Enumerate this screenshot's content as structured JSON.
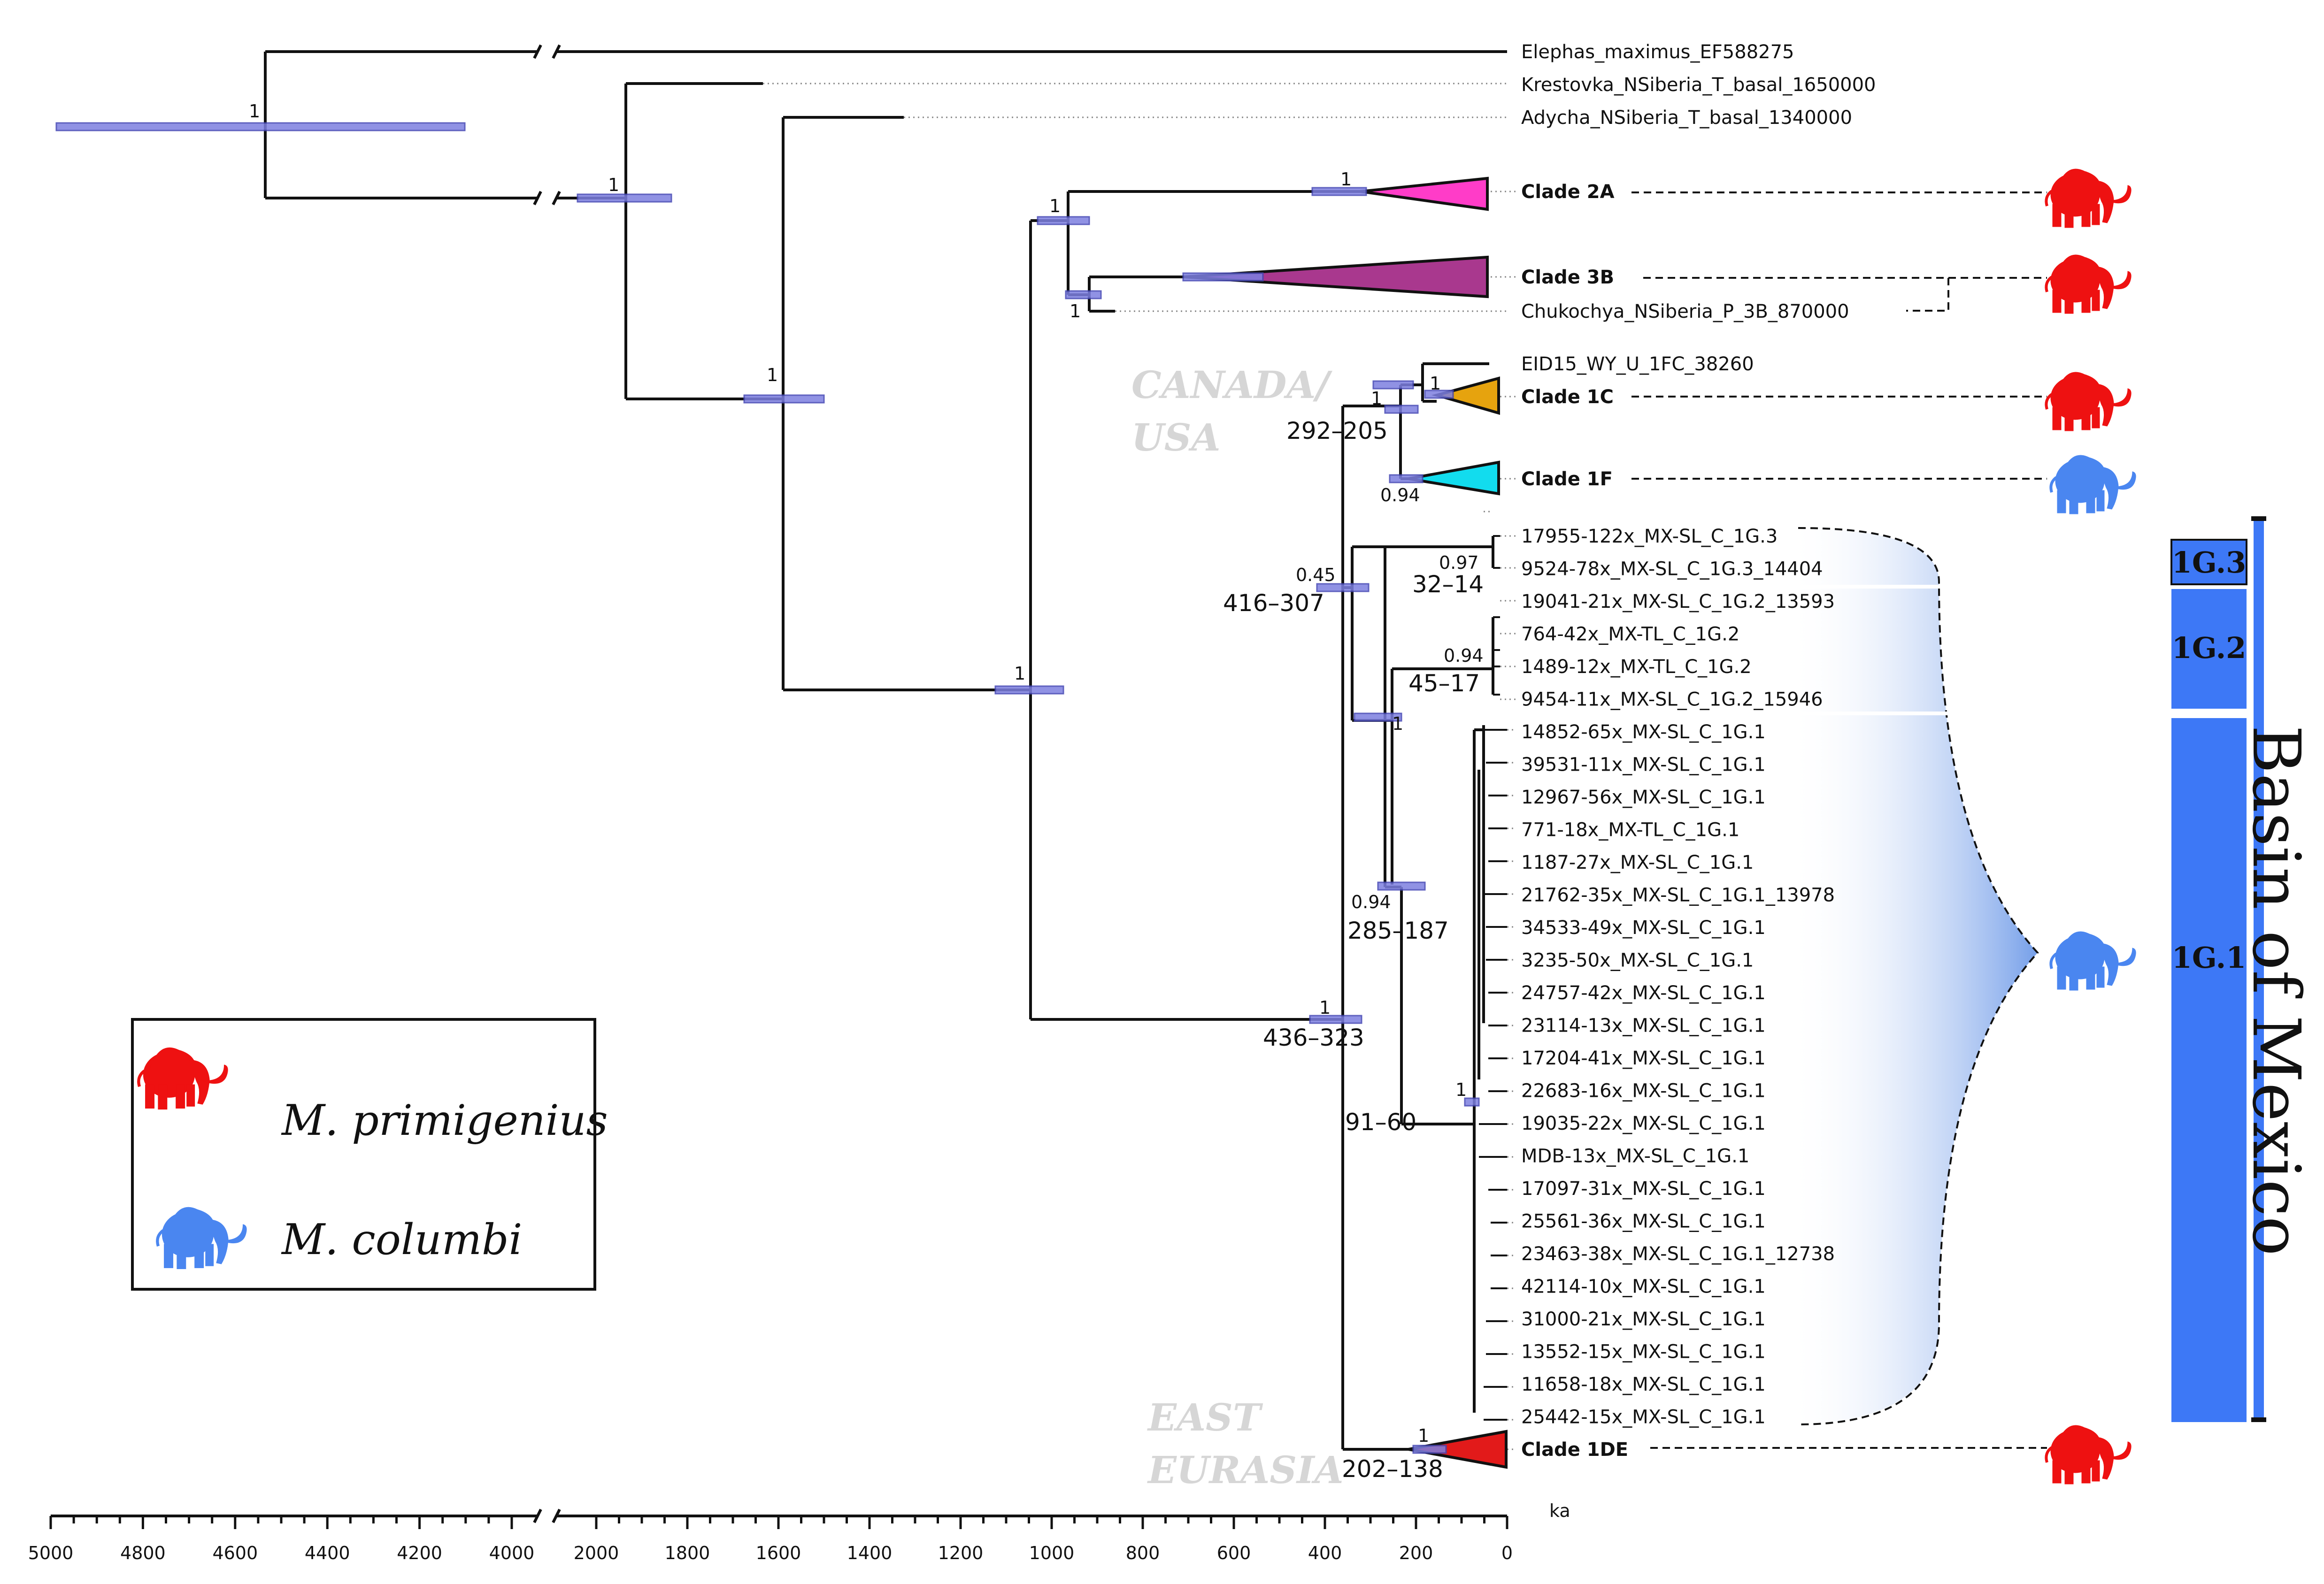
{
  "tree": {
    "outgroup_tips": [
      "Elephas_maximus_EF588275",
      "Krestovka_NSiberia_T_basal_1650000",
      "Adycha_NSiberia_T_basal_1340000"
    ],
    "clades": [
      "Clade 2A",
      "Clade 3B",
      "Clade 1C",
      "Clade 1F",
      "Clade 1DE"
    ],
    "tips": {
      "chukochya": "Chukochya_NSiberia_P_3B_870000",
      "eid15": "EID15_WY_U_1FC_38260"
    },
    "g3": [
      "17955-122x_MX-SL_C_1G.3",
      "9524-78x_MX-SL_C_1G.3_14404"
    ],
    "g2": [
      "19041-21x_MX-SL_C_1G.2_13593",
      "764-42x_MX-TL_C_1G.2",
      "1489-12x_MX-TL_C_1G.2",
      "9454-11x_MX-SL_C_1G.2_15946"
    ],
    "g1": [
      "14852-65x_MX-SL_C_1G.1",
      "39531-11x_MX-SL_C_1G.1",
      "12967-56x_MX-SL_C_1G.1",
      "771-18x_MX-TL_C_1G.1",
      "1187-27x_MX-SL_C_1G.1",
      "21762-35x_MX-SL_C_1G.1_13978",
      "34533-49x_MX-SL_C_1G.1",
      "3235-50x_MX-SL_C_1G.1",
      "24757-42x_MX-SL_C_1G.1",
      "23114-13x_MX-SL_C_1G.1",
      "17204-41x_MX-SL_C_1G.1",
      "22683-16x_MX-SL_C_1G.1",
      "19035-22x_MX-SL_C_1G.1",
      "MDB-13x_MX-SL_C_1G.1",
      "17097-31x_MX-SL_C_1G.1",
      "25561-36x_MX-SL_C_1G.1",
      "23463-38x_MX-SL_C_1G.1_12738",
      "42114-10x_MX-SL_C_1G.1",
      "31000-21x_MX-SL_C_1G.1",
      "13552-15x_MX-SL_C_1G.1",
      "11658-18x_MX-SL_C_1G.1",
      "25442-15x_MX-SL_C_1G.1"
    ]
  },
  "support": {
    "root": "1",
    "n1": "1",
    "n2": "1",
    "n3": "1",
    "n4": "1",
    "a2": "1",
    "b3": "1",
    "b3b": "1",
    "c1": "1",
    "c1b": "1",
    "f1": "0.94",
    "n045": "0.45",
    "g3": "0.97",
    "g2": "0.94",
    "g23": "1",
    "g094": "0.94",
    "g1": "1",
    "de": "1"
  },
  "ages": {
    "a436": "436–323",
    "a416": "416–307",
    "a292": "292–205",
    "a32": "32–14",
    "a45": "45–17",
    "a285": "285–187",
    "a91": "91–60",
    "a202": "202–138"
  },
  "regions": {
    "canada_1": "CANADA/",
    "canada_2": "USA",
    "east_1": "EAST",
    "east_2": "EURASIA"
  },
  "axis": {
    "unit": "ka",
    "left_ticks": [
      "5000",
      "4800",
      "4600",
      "4400",
      "4200",
      "4000"
    ],
    "right_ticks": [
      "2000",
      "1800",
      "1600",
      "1400",
      "1200",
      "1000",
      "800",
      "600",
      "400",
      "200",
      "0"
    ]
  },
  "groups": {
    "g3": "1G.3",
    "g2": "1G.2",
    "g1": "1G.1",
    "basin": "Basin of Mexico"
  },
  "legend": {
    "primigenius": "M. primigenius",
    "columbi": "M. columbi"
  },
  "colors": {
    "primigenius": "#ee1111",
    "columbi": "#4a86f0",
    "clade_2A": "#ff3cc8",
    "clade_3B": "#a9388e",
    "clade_1C": "#e6a30e",
    "clade_1F": "#12dcee",
    "clade_1DE": "#e21a1a",
    "group_bar": "#3d78f6",
    "hpd": "#7d7fe0"
  },
  "icons": [
    "mammoth-icon-red",
    "mammoth-icon-blue"
  ]
}
